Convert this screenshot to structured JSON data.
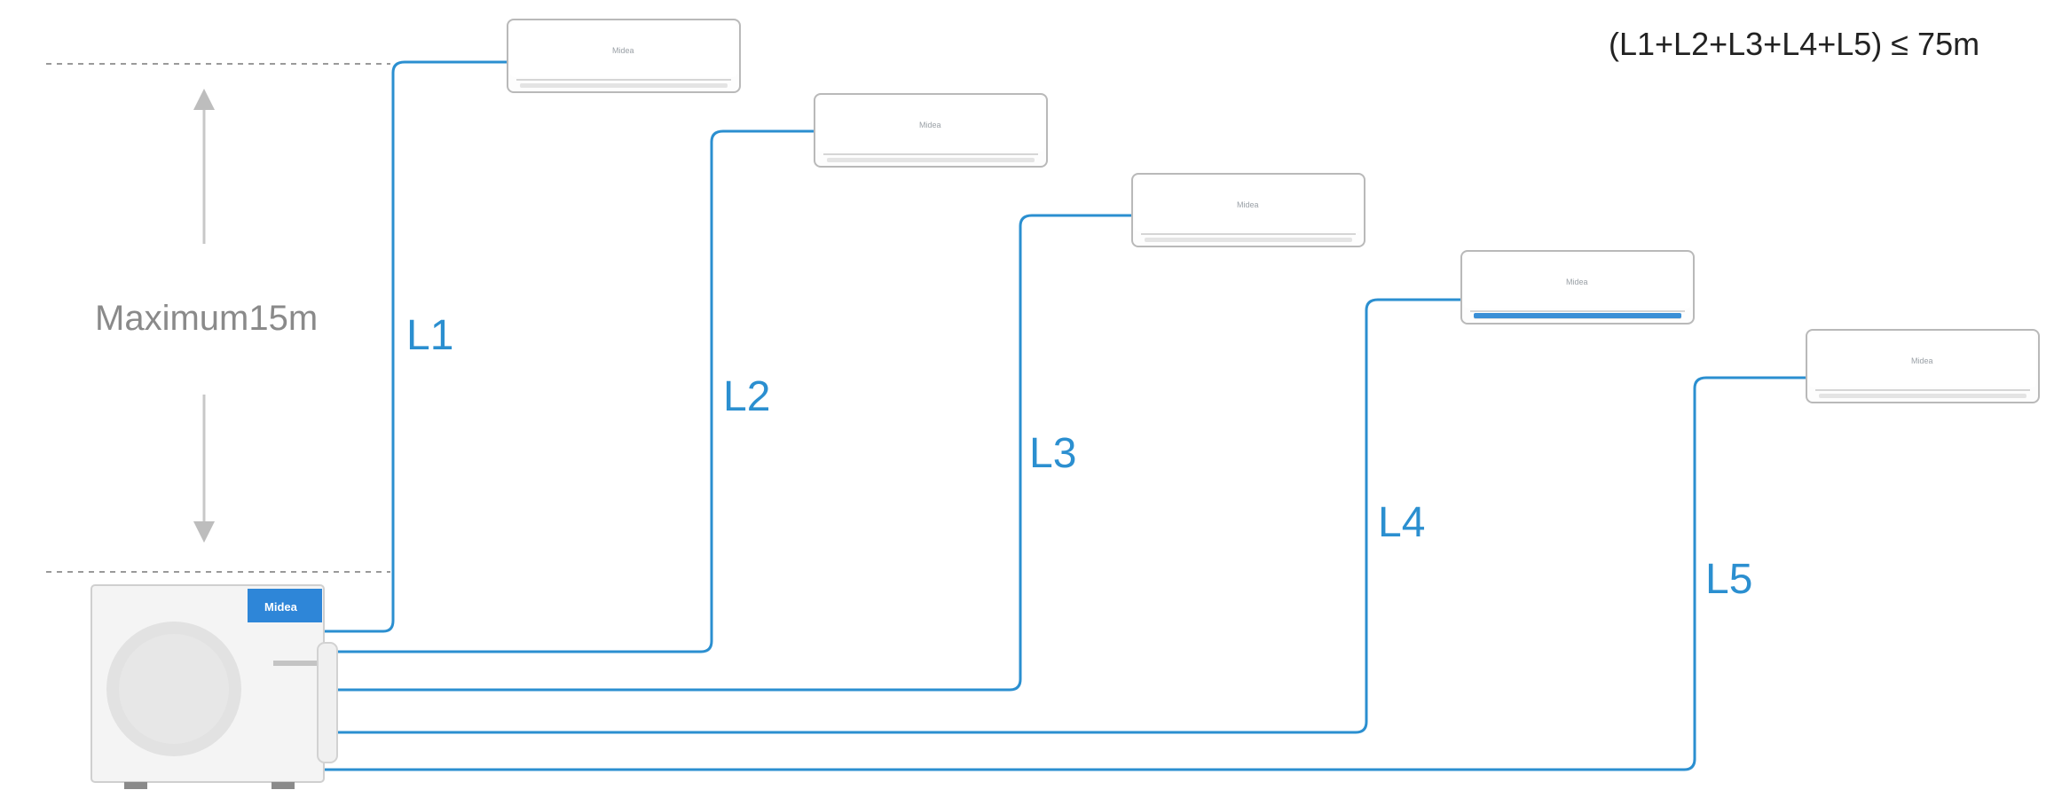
{
  "formula": "(L1+L2+L3+L4+L5) ≤ 75m",
  "height_limit": {
    "label": "Maximum15m"
  },
  "pipe_color": "#2b8fd0",
  "pipes": [
    {
      "label": "L1"
    },
    {
      "label": "L2"
    },
    {
      "label": "L3"
    },
    {
      "label": "L4"
    },
    {
      "label": "L5"
    }
  ],
  "indoor_unit": {
    "brand": "Midea",
    "icon": "wall-mounted-ac-icon"
  },
  "outdoor_unit": {
    "brand": "Midea",
    "brand_color": "#2e86d8",
    "icon": "outdoor-condenser-icon"
  }
}
